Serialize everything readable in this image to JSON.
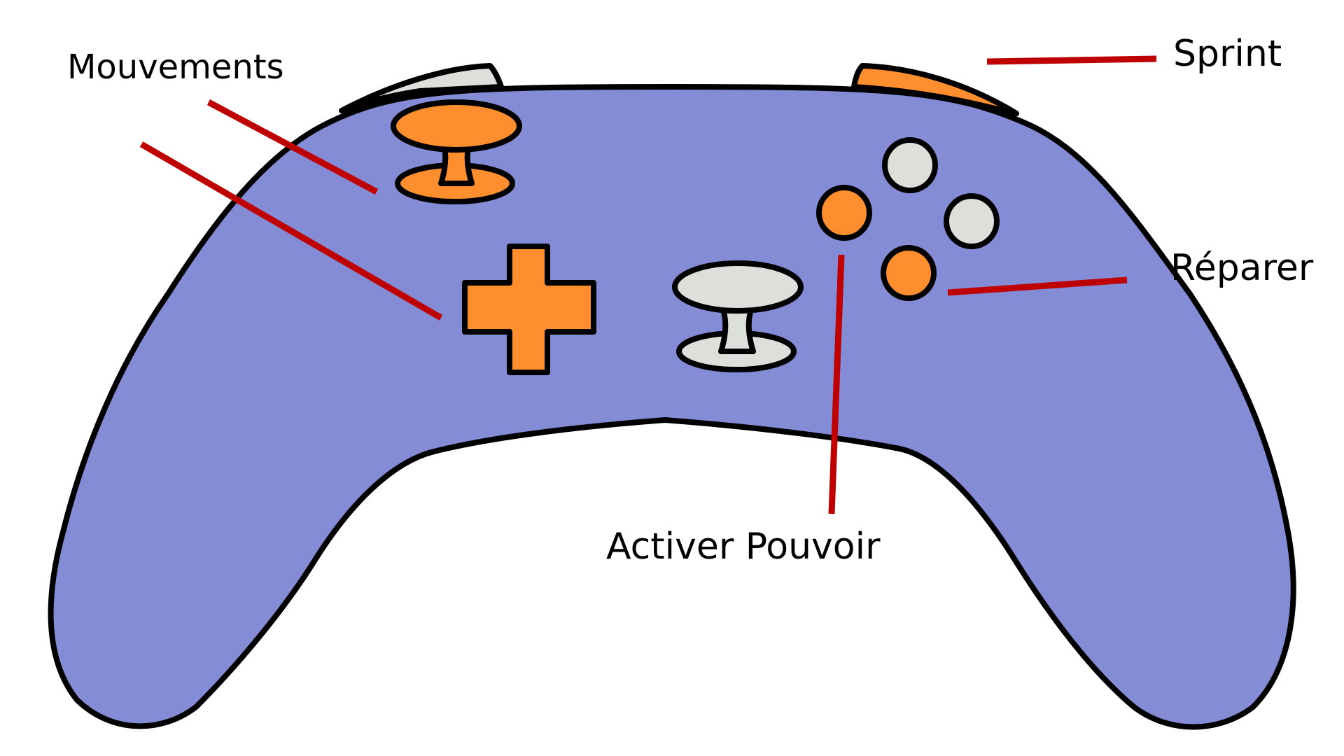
{
  "diagram": {
    "labels": {
      "movements": "Mouvements",
      "sprint": "Sprint",
      "repair": "Réparer",
      "power": "Activer Pouvoir"
    },
    "colors": {
      "body": "#858CD6",
      "accent": "#FF8F2E",
      "neutral": "#DDE0DA",
      "outline": "#000000",
      "leader": "#BE0000",
      "background": "#FFFFFF"
    },
    "icons": {
      "controller": "gamepad-icon",
      "dpad": "dpad-cross-icon",
      "stick": "analog-stick-icon",
      "face_button": "circle-button-icon",
      "trigger": "shoulder-trigger-icon"
    }
  }
}
